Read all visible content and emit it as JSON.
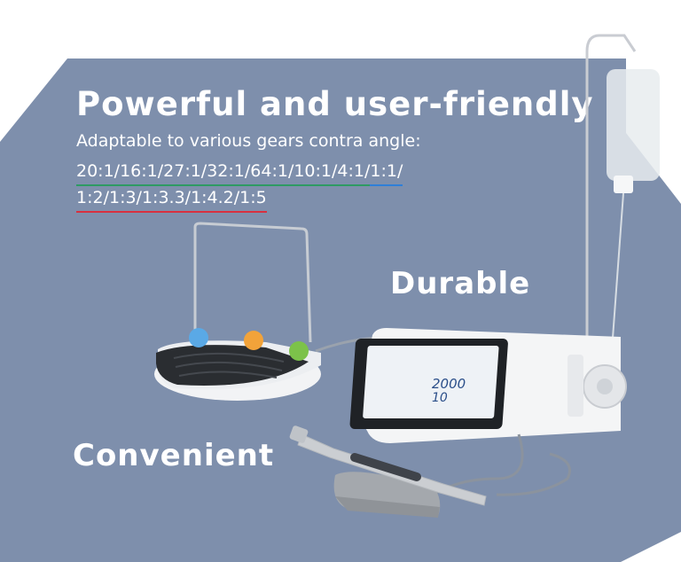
{
  "headline": "Powerful and user-friendly",
  "subline": "Adaptable to various gears contra angle:",
  "ratio_groups": {
    "green": "20:1/16:1/27:1/32:1/64:1/10:1/4:1/",
    "blue": "1:1/",
    "red": "1:2/1:3/1:3.3/1:4.2/1:5"
  },
  "features": {
    "durable": "Durable",
    "convenient": "Convenient"
  },
  "device_screen": {
    "speed": "2000",
    "torque": "10"
  },
  "colors": {
    "panel": "#7e8fac",
    "underline_green": "#2e9a63",
    "underline_blue": "#2f7fd8",
    "underline_red": "#d8303f",
    "pedal_blue": "#5aa9e6",
    "pedal_orange": "#f2a33a",
    "pedal_green": "#7cc24a"
  }
}
